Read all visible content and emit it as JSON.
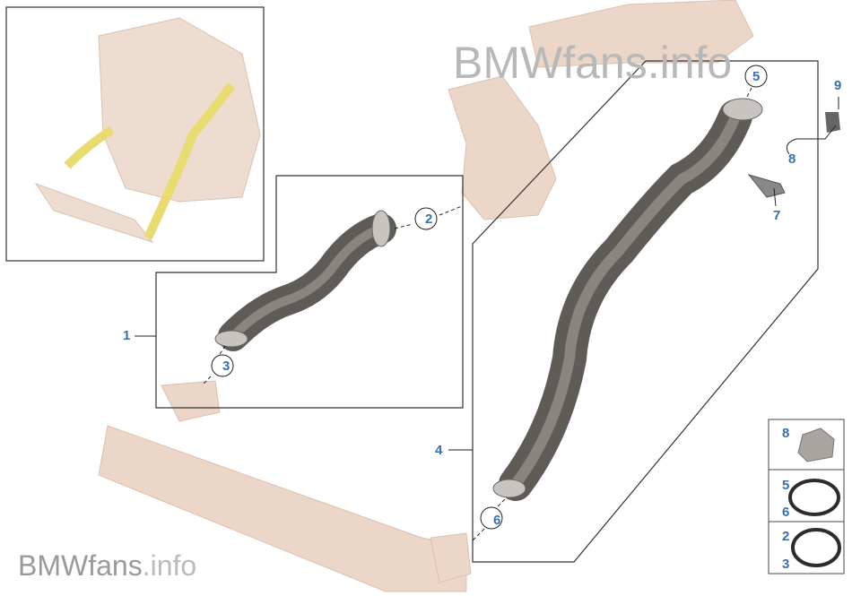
{
  "watermark": {
    "brand": "BMWfans",
    "suffix": ".info"
  },
  "callouts": {
    "p1": "1",
    "p2": "2",
    "p3": "3",
    "p4": "4",
    "p5": "5",
    "p6": "6",
    "p7": "7",
    "p8": "8",
    "p9": "9"
  },
  "legend": {
    "i8": "8",
    "i5": "5",
    "i6": "6",
    "i2": "2",
    "i3": "3"
  },
  "colors": {
    "label": "#3a6fb0",
    "hose": "#6e6a66",
    "background_part": "#e8cfc0",
    "highlight": "#f0e060"
  }
}
